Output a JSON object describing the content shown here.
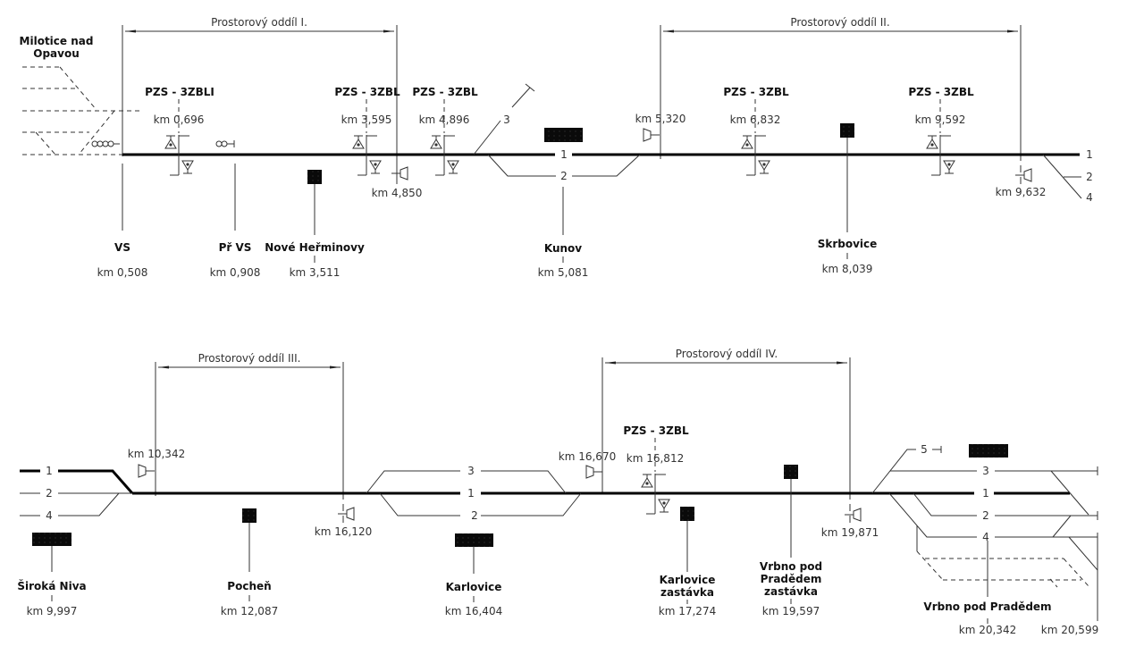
{
  "title": "Schéma trati Milotice nad Opavou – Vrbno pod Pradědem",
  "sections": [
    {
      "label": "Prostorový oddíl I."
    },
    {
      "label": "Prostorový oddíl II."
    },
    {
      "label": "Prostorový oddíl III."
    },
    {
      "label": "Prostorový oddíl IV."
    }
  ],
  "stations_top": [
    {
      "name": "Milotice nad",
      "name2": "Opavou"
    },
    {
      "name": "VS",
      "km": "km 0,508"
    },
    {
      "name": "Př VS",
      "km": "km 0,908"
    },
    {
      "name": "Nové Heřminovy",
      "km": "km 3,511"
    },
    {
      "name": "Kunov",
      "km": "km 5,081"
    },
    {
      "name": "Skrbovice",
      "km": "km 8,039"
    }
  ],
  "crossings_top": [
    {
      "name": "PZS - 3ZBLI",
      "km": "km 0,696"
    },
    {
      "name": "PZS - 3ZBL",
      "km": "km 3,595"
    },
    {
      "name": "PZS - 3ZBL",
      "km": "km 4,896"
    },
    {
      "name": "PZS - 3ZBL",
      "km": "km 6,832"
    },
    {
      "name": "PZS - 3ZBL",
      "km": "km 9,592"
    }
  ],
  "signals_top": [
    {
      "km": "km 4,850"
    },
    {
      "km": "km 5,320"
    },
    {
      "km": "km 9,632"
    }
  ],
  "tracks_top": [
    "1",
    "2",
    "3",
    "1",
    "2",
    "4"
  ],
  "stations_bottom": [
    {
      "name": "Široká Niva",
      "km": "km 9,997"
    },
    {
      "name": "Pocheň",
      "km": "km 12,087"
    },
    {
      "name": "Karlovice",
      "km": "km 16,404"
    },
    {
      "name": "Karlovice",
      "name2": "zastávka",
      "km": "km 17,274"
    },
    {
      "name": "Vrbno pod",
      "name2": "Pradědem",
      "name3": "zastávka",
      "km": "km 19,597"
    },
    {
      "name": "Vrbno pod Pradědem",
      "km": "km 20,342"
    },
    {
      "km": "km 20,599"
    }
  ],
  "crossings_bottom": [
    {
      "name": "PZS - 3ZBL",
      "km": "km 16,812"
    }
  ],
  "signals_bottom": [
    {
      "km": "km 10,342"
    },
    {
      "km": "km 16,120"
    },
    {
      "km": "km 16,670"
    },
    {
      "km": "km 19,871"
    }
  ],
  "tracks_bottom": [
    "1",
    "2",
    "4",
    "3",
    "1",
    "2",
    "5",
    "3",
    "1",
    "2",
    "4"
  ]
}
